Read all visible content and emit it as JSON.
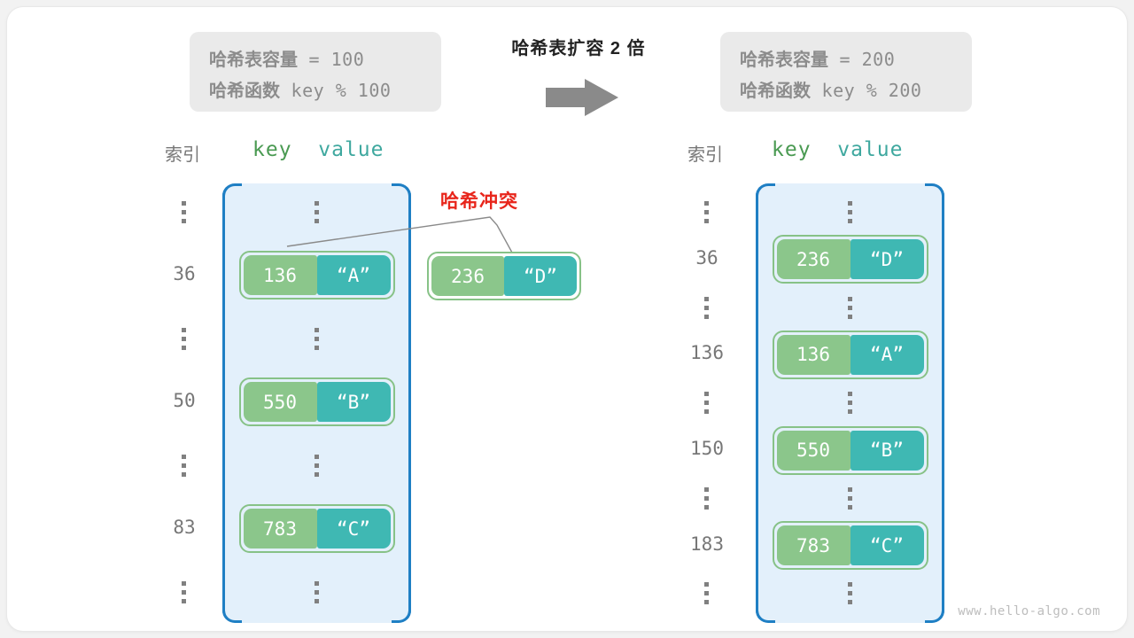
{
  "watermark": "www.hello-algo.com",
  "center": {
    "caption": "哈希表扩容 2 倍",
    "arrow_icon": "right-arrow-icon"
  },
  "before_box": {
    "capacity_label": "哈希表容量",
    "capacity_text": " = 100",
    "function_label": "哈希函数",
    "function_text": " key % 100"
  },
  "after_box": {
    "capacity_label": "哈希表容量",
    "capacity_text": " = 200",
    "function_label": "哈希函数",
    "function_text": " key % 200"
  },
  "collision": {
    "label": "哈希冲突",
    "color": "#e8251b",
    "floating_pair": {
      "key": "236",
      "value": "“D”"
    }
  },
  "headers": {
    "index": "索引",
    "key": "key",
    "value": "value"
  },
  "colors": {
    "key_fill": "#8bc68b",
    "value_fill": "#3fb8b3",
    "pair_border": "#87c287",
    "table_fill": "#e3f0fb",
    "table_border": "#1f7fc4",
    "info_box": "#eaeaea",
    "index_text": "#777777"
  },
  "left_table": {
    "rows": [
      {
        "type": "dots",
        "index": "",
        "key": "",
        "value": ""
      },
      {
        "type": "entry",
        "index": "36",
        "key": "136",
        "value": "“A”"
      },
      {
        "type": "dots",
        "index": "",
        "key": "",
        "value": ""
      },
      {
        "type": "entry",
        "index": "50",
        "key": "550",
        "value": "“B”"
      },
      {
        "type": "dots",
        "index": "",
        "key": "",
        "value": ""
      },
      {
        "type": "entry",
        "index": "83",
        "key": "783",
        "value": "“C”"
      },
      {
        "type": "dots",
        "index": "",
        "key": "",
        "value": ""
      }
    ]
  },
  "right_table": {
    "rows": [
      {
        "type": "dots",
        "index": "",
        "key": "",
        "value": ""
      },
      {
        "type": "entry",
        "index": "36",
        "key": "236",
        "value": "“D”"
      },
      {
        "type": "dots",
        "index": "",
        "key": "",
        "value": ""
      },
      {
        "type": "entry",
        "index": "136",
        "key": "136",
        "value": "“A”"
      },
      {
        "type": "dots",
        "index": "",
        "key": "",
        "value": ""
      },
      {
        "type": "entry",
        "index": "150",
        "key": "550",
        "value": "“B”"
      },
      {
        "type": "dots",
        "index": "",
        "key": "",
        "value": ""
      },
      {
        "type": "entry",
        "index": "183",
        "key": "783",
        "value": "“C”"
      },
      {
        "type": "dots",
        "index": "",
        "key": "",
        "value": ""
      }
    ]
  }
}
